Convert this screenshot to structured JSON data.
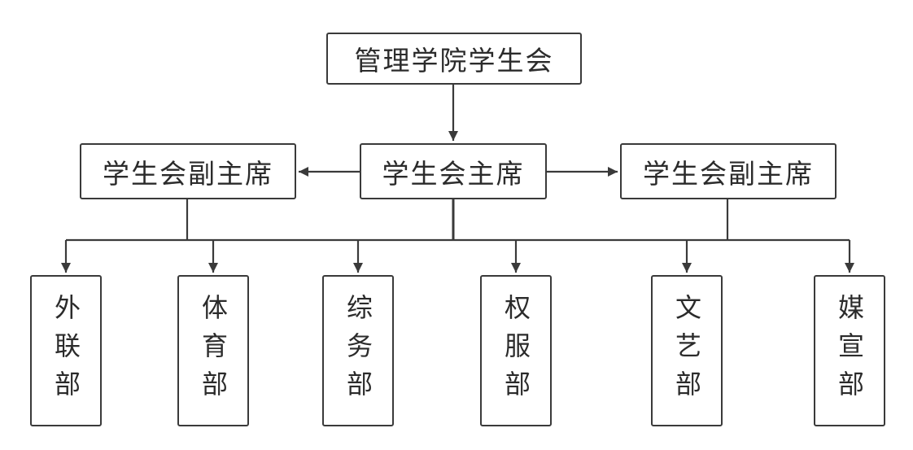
{
  "chart": {
    "root": {
      "label": "管理学院学生会"
    },
    "president": {
      "label": "学生会主席"
    },
    "vice_left": {
      "label": "学生会副主席"
    },
    "vice_right": {
      "label": "学生会副主席"
    },
    "departments": [
      {
        "label": "外联部"
      },
      {
        "label": "体育部"
      },
      {
        "label": "综务部"
      },
      {
        "label": "权服部"
      },
      {
        "label": "文艺部"
      },
      {
        "label": "媒宣部"
      }
    ]
  },
  "colors": {
    "line": "#3a3a3a",
    "box_border": "#3a3a3a",
    "text": "#2b2b2b",
    "background": "#ffffff"
  }
}
